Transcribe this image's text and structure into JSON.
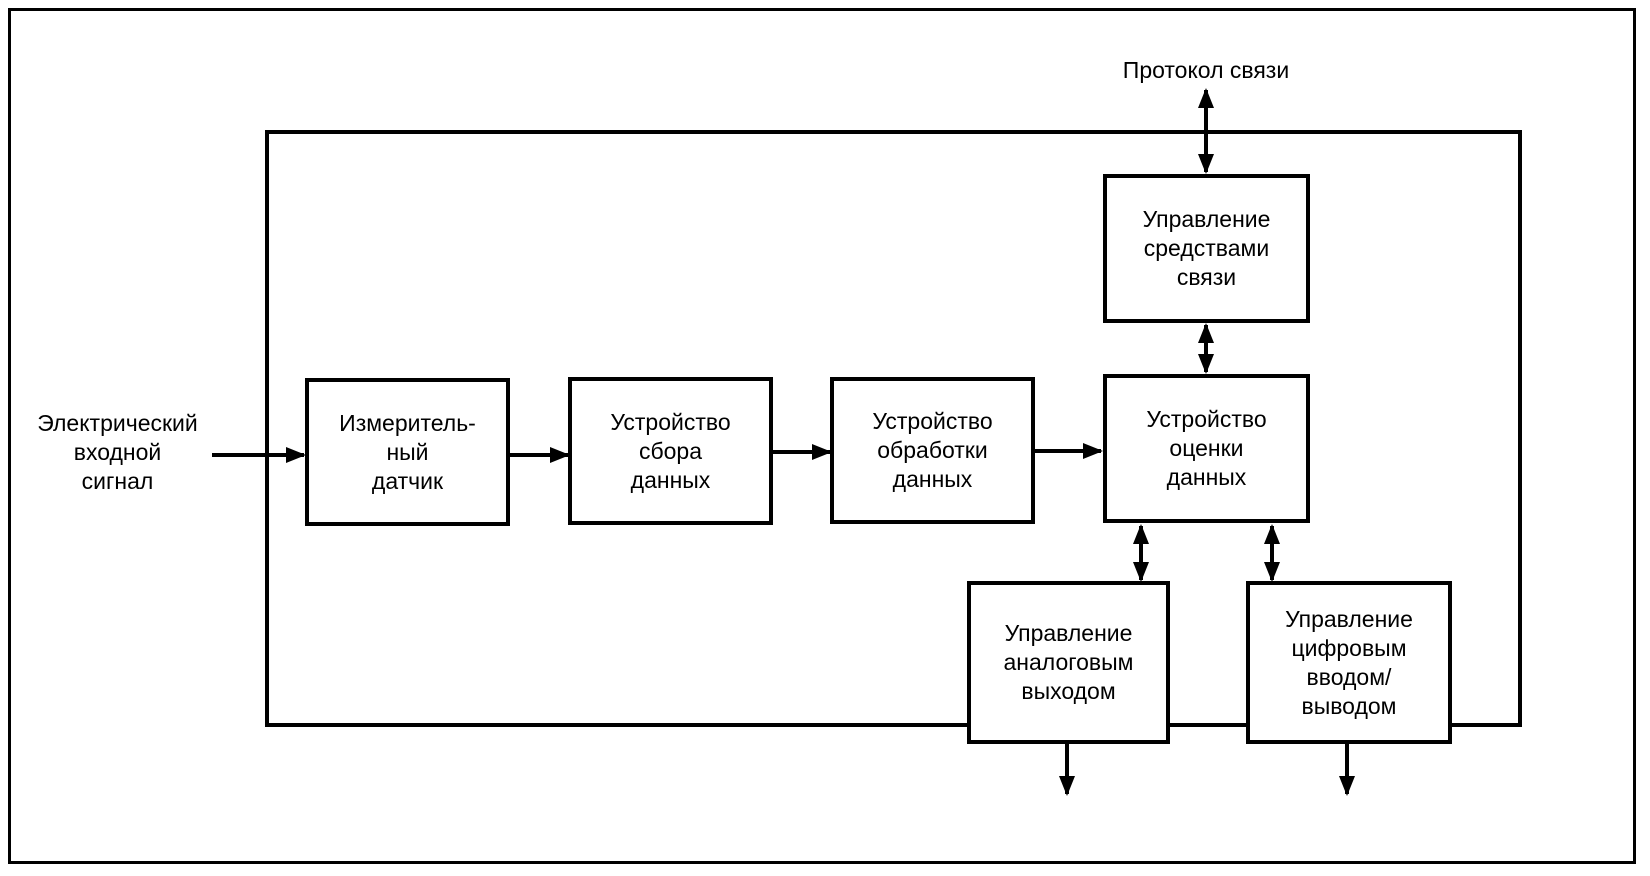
{
  "input_label": "Электрический\nвходной\nсигнал",
  "protocol_label": "Протокол связи",
  "blocks": {
    "sensor": "Измеритель-\nный\nдатчик",
    "acquisition": "Устройство\nсбора\nданных",
    "processing": "Устройство\nобработки\nданных",
    "evaluation": "Устройство\nоценки\nданных",
    "comm_control": "Управление\nсредствами\nсвязи",
    "analog_output": "Управление\nаналоговым\nвыходом",
    "digital_io": "Управление\nцифровым\nвводом/\nвыводом"
  }
}
